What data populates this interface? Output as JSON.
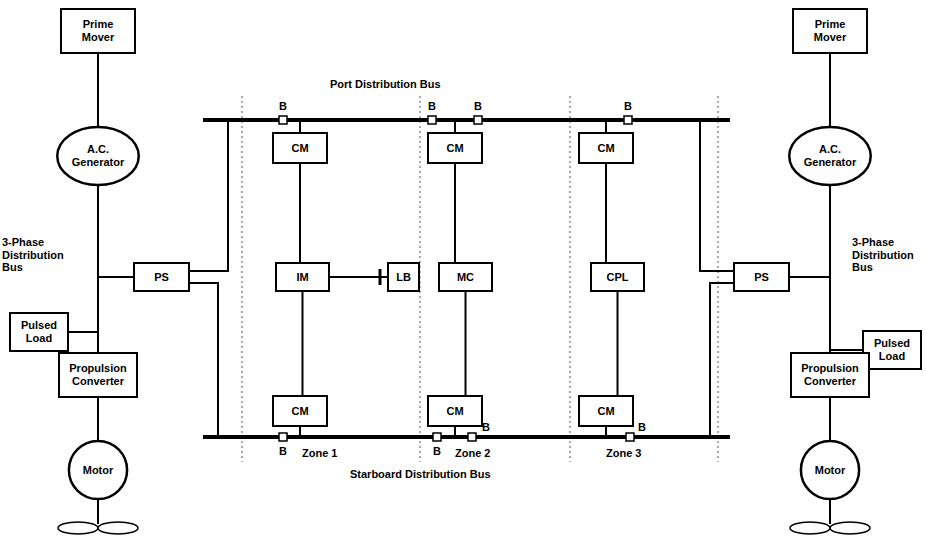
{
  "diagram": {
    "nodes": [
      {
        "text": [
          "Prime Mover"
        ]
      },
      {
        "text": [
          "Prime Mover"
        ]
      },
      {
        "text": [
          "CM"
        ]
      },
      {
        "text": [
          "CM"
        ]
      },
      {
        "text": [
          "CM"
        ]
      },
      {
        "text": [
          "A.C. Generator"
        ]
      },
      {
        "text": [
          "A.C. Generator"
        ]
      },
      {
        "text": [
          "PS"
        ]
      },
      {
        "text": [
          "IM"
        ]
      },
      {
        "text": [
          "LB"
        ]
      },
      {
        "text": [
          "MC"
        ]
      },
      {
        "text": [
          "CPL"
        ]
      },
      {
        "text": [
          "PS"
        ]
      },
      {
        "text": [
          "Pulsed Load"
        ]
      },
      {
        "text": [
          "Pulsed Load"
        ]
      },
      {
        "text": [
          "Propulsion Converter"
        ]
      },
      {
        "text": [
          "Propulsion Converter"
        ]
      },
      {
        "text": [
          "CM"
        ]
      },
      {
        "text": [
          "CM"
        ]
      },
      {
        "text": [
          "CM"
        ]
      },
      {
        "text": [
          "Motor"
        ]
      },
      {
        "text": [
          "Motor"
        ]
      }
    ],
    "edges": [
      {
        "from": 0,
        "to": 5,
        "arrow": "none"
      },
      {
        "from": 5,
        "to": 15,
        "arrow": "none"
      },
      {
        "from": 15,
        "to": 20,
        "arrow": "none"
      },
      {
        "from": 5,
        "to": 7,
        "arrow": "none"
      },
      {
        "from": 5,
        "to": 13,
        "arrow": "none"
      },
      {
        "from": 1,
        "to": 6,
        "arrow": "none"
      },
      {
        "from": 6,
        "to": 16,
        "arrow": "none"
      },
      {
        "from": 16,
        "to": 21,
        "arrow": "none"
      },
      {
        "from": 6,
        "to": 12,
        "arrow": "none"
      },
      {
        "from": 6,
        "to": 14,
        "arrow": "none"
      },
      {
        "from": 2,
        "to": 8,
        "arrow": "none"
      },
      {
        "from": 8,
        "to": 17,
        "arrow": "none"
      },
      {
        "from": 8,
        "to": 9,
        "arrow": "none"
      },
      {
        "from": 3,
        "to": 10,
        "arrow": "none"
      },
      {
        "from": 10,
        "to": 18,
        "arrow": "none"
      },
      {
        "from": 4,
        "to": 11,
        "arrow": "none"
      },
      {
        "from": 11,
        "to": 19,
        "arrow": "none"
      }
    ],
    "labels": [
      "Port Distribution Bus",
      "B",
      "B",
      "B",
      "B",
      "3-Phase Distribution Bus",
      "3-Phase Distribution Bus",
      "B",
      "B",
      "B",
      "B",
      "Zone 1",
      "Zone 2",
      "Zone 3",
      "Starboard Distribution Bus"
    ]
  }
}
